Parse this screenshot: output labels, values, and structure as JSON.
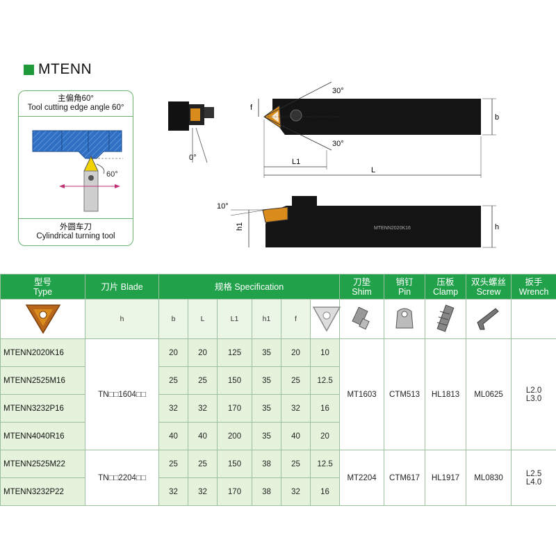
{
  "title": "MTENN",
  "info_box": {
    "caption_cn": "主偏角60°",
    "caption_en": "Tool cutting edge angle 60°",
    "angle_label": "60°",
    "bottom_cn": "外圆车刀",
    "bottom_en": "Cylindrical turning tool"
  },
  "drawing": {
    "top_angle": "30°",
    "bottom_angle": "30°",
    "zero_angle": "0°",
    "dim_f": "f",
    "dim_b": "b",
    "dim_L1": "L1",
    "dim_L": "L",
    "side_angle": "10°",
    "dim_h1": "h1",
    "dim_h": "h",
    "engraving": "MTENN2020K16"
  },
  "table": {
    "headers": {
      "type_cn": "型号",
      "type_en": "Type",
      "blade": "刀片 Blade",
      "spec": "规格 Specification",
      "shim_cn": "刀垫",
      "shim_en": "Shim",
      "pin_cn": "销钉",
      "pin_en": "Pin",
      "clamp_cn": "压板",
      "clamp_en": "Clamp",
      "screw_cn": "双头螺丝",
      "screw_en": "Screw",
      "wrench_cn": "扳手",
      "wrench_en": "Wrench"
    },
    "spec_cols": [
      "h",
      "b",
      "L",
      "L1",
      "h1",
      "f"
    ],
    "rows": [
      {
        "model": "MTENN2020K16",
        "h": "20",
        "b": "20",
        "L": "125",
        "L1": "35",
        "h1": "20",
        "f": "10"
      },
      {
        "model": "MTENN2525M16",
        "h": "25",
        "b": "25",
        "L": "150",
        "L1": "35",
        "h1": "25",
        "f": "12.5"
      },
      {
        "model": "MTENN3232P16",
        "h": "32",
        "b": "32",
        "L": "170",
        "L1": "35",
        "h1": "32",
        "f": "16"
      },
      {
        "model": "MTENN4040R16",
        "h": "40",
        "b": "40",
        "L": "200",
        "L1": "35",
        "h1": "40",
        "f": "20"
      },
      {
        "model": "MTENN2525M22",
        "h": "25",
        "b": "25",
        "L": "150",
        "L1": "38",
        "h1": "25",
        "f": "12.5"
      },
      {
        "model": "MTENN3232P22",
        "h": "32",
        "b": "32",
        "L": "170",
        "L1": "38",
        "h1": "32",
        "f": "16"
      }
    ],
    "group16": {
      "blade": "TN□□1604□□",
      "shim": "MT1603",
      "pin": "CTM513",
      "clamp": "HL1813",
      "screw": "ML0625",
      "wrench1": "L2.0",
      "wrench2": "L3.0"
    },
    "group22": {
      "blade": "TN□□2204□□",
      "shim": "MT2204",
      "pin": "CTM617",
      "clamp": "HL1917",
      "screw": "ML0830",
      "wrench1": "L2.5",
      "wrench2": "L4.0"
    }
  },
  "colors": {
    "green": "#21a24a",
    "light_green": "#e6f3dc",
    "insert_gold": "#d98b1b",
    "blue_hatch": "#2f6fc4"
  }
}
